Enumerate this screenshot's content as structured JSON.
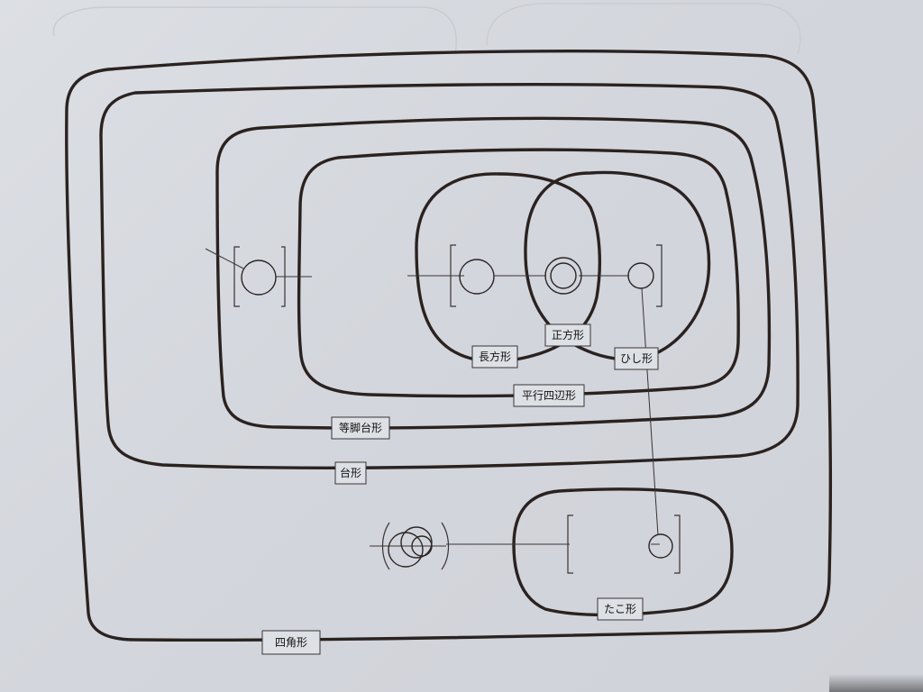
{
  "diagram": {
    "labels": {
      "rectangle": "長方形",
      "square": "正方形",
      "rhombus": "ひし形",
      "parallelogram": "平行四辺形",
      "isosceles_trapezoid": "等脚台形",
      "trapezoid": "台形",
      "kite": "たこ形",
      "quadrilateral": "四角形"
    },
    "colors": {
      "ink": "#2b2220",
      "paper": "#d7dadf",
      "label_fill": "#dde0e4"
    }
  }
}
